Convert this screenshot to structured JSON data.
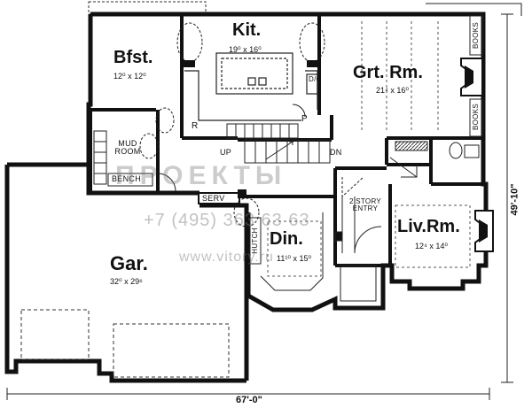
{
  "rooms": {
    "kitchen": {
      "name": "Kit.",
      "dim": "19⁰ x 16⁰"
    },
    "breakfast": {
      "name": "Bfst.",
      "dim": "12⁰ x 12⁰"
    },
    "great_room": {
      "name": "Grt. Rm.",
      "dim": "21⁴ x 16⁰"
    },
    "mud_room": {
      "name": "MUD ROOM"
    },
    "garage": {
      "name": "Gar.",
      "dim": "32⁰ x 29⁶"
    },
    "dining": {
      "name": "Din.",
      "dim": "11¹⁰ x 15⁰"
    },
    "living_room": {
      "name": "Liv.Rm.",
      "dim": "12⁴ x 14⁰"
    }
  },
  "labels": {
    "books_top": "BOOKS",
    "books_bottom": "BOOKS",
    "dc": "D/C",
    "pantry": "P",
    "refrigerator": "R",
    "up": "UP",
    "dn": "DN",
    "bench": "BENCH",
    "serv": "SERV",
    "hutch": "HUTCH",
    "entry": "2 STORY ENTRY"
  },
  "dimensions": {
    "width": "67'-0\"",
    "depth": "49'-10\""
  },
  "watermark": {
    "logo": "ПРОЕКТЫ",
    "phone": "+7 (495) 363 63 63",
    "site": "www.vitory.ru"
  }
}
